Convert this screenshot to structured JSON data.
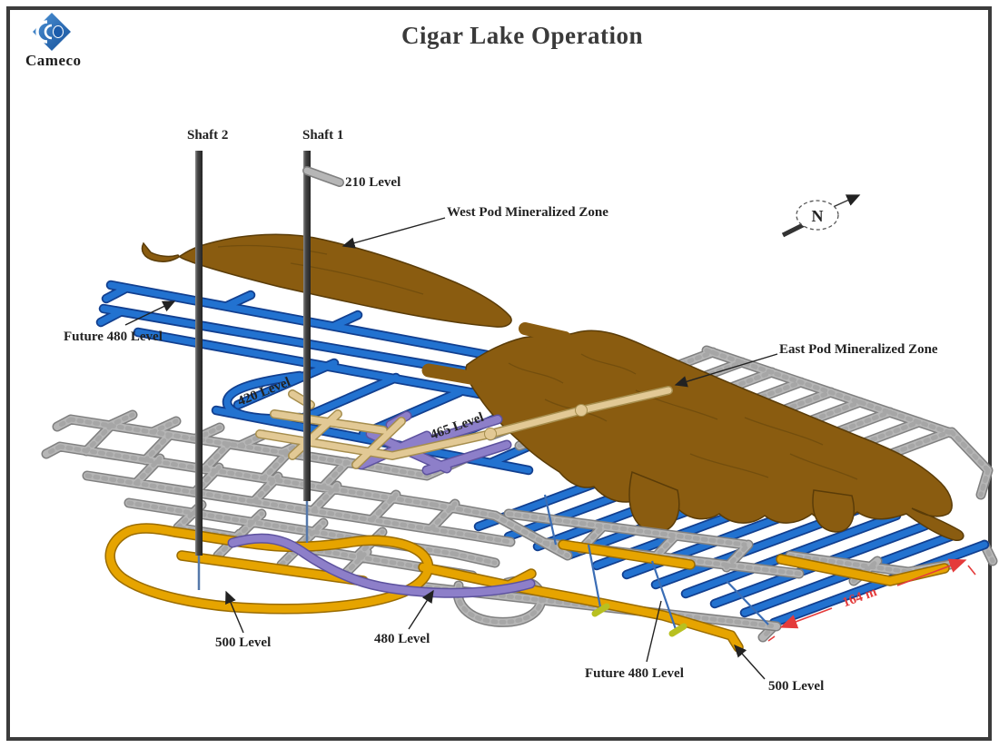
{
  "header": {
    "title": "Cigar Lake Operation",
    "logo_text": "Cameco"
  },
  "compass": {
    "label": "N"
  },
  "labels": {
    "shaft2": "Shaft 2",
    "shaft1": "Shaft 1",
    "level210": "210 Level",
    "west_pod": "West Pod Mineralized Zone",
    "east_pod": "East Pod Mineralized Zone",
    "future480_left": "Future 480 Level",
    "level420": "420 Level",
    "level465": "465 Level",
    "level500_left": "500 Level",
    "level480": "480 Level",
    "future480_bottom": "Future 480 Level",
    "level500_right": "500 Level",
    "dimension_164m": "164 m"
  },
  "colors": {
    "frame": "#3c3c3c",
    "title": "#3a3a3a",
    "label": "#222222",
    "ore": "#8a5c10",
    "oreEdge": "#5a3c08",
    "oreCrease": "#6b4a0c",
    "blue": "#2272d0",
    "blueEdge": "#123f8f",
    "gray": "#b6b6b6",
    "grayEdge": "#808080",
    "orange": "#e6a400",
    "orangeEdge": "#9a6c00",
    "purple": "#8d7fc9",
    "purpleEdge": "#5d529e",
    "tan": "#e2c995",
    "tanEdge": "#a68e4e",
    "shaft": "#454545",
    "shaftHi": "#8a8a8a",
    "red": "#e43b3b",
    "green": "#b8c020",
    "raise": "#3a6db5",
    "logoBlue": "#2f7bc4",
    "logoBlueDark": "#15519b"
  }
}
